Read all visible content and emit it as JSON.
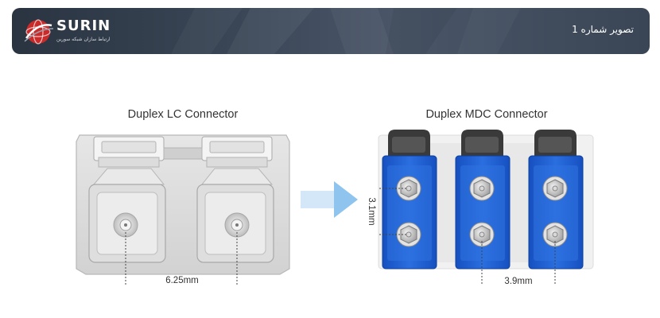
{
  "header": {
    "logo_name": "SURIN",
    "logo_tagline": "ارتباط سازان شبکه سورین",
    "title": "تصویر شماره 1"
  },
  "figure": {
    "lc_title": "Duplex LC Connector",
    "mdc_title": "Duplex MDC Connector",
    "lc_pitch": "6.25mm",
    "mdc_vertical_pitch": "3.1mm",
    "mdc_horizontal_pitch": "3.9mm"
  },
  "colors": {
    "header_dark": "#2a3441",
    "mdc_blue": "#1a5fd0",
    "arrow_blue": "#8ec4ee",
    "logo_red": "#d62b2b"
  }
}
